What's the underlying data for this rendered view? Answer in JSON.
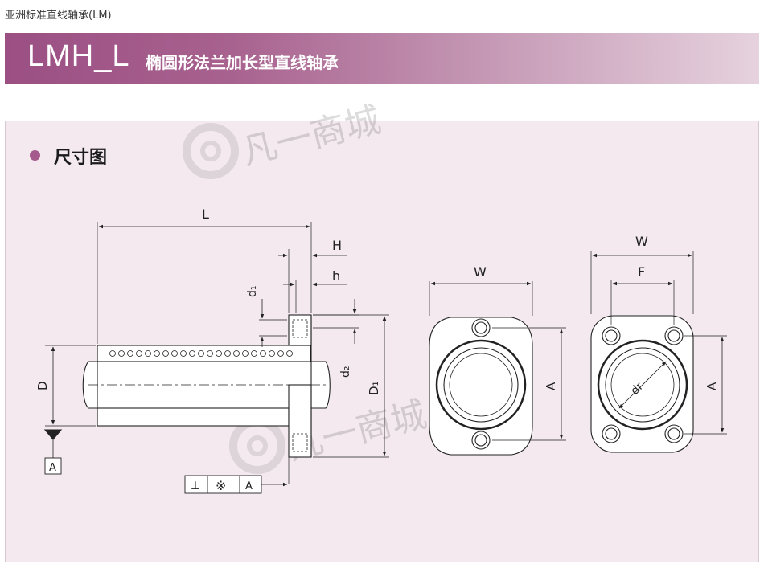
{
  "breadcrumb": "亚洲标准直线轴承(LM)",
  "header": {
    "model": "LMH_L",
    "description": "椭圆形法兰加长型直线轴承"
  },
  "section": {
    "title": "尺寸图"
  },
  "watermark": {
    "text": "凡一商城"
  },
  "side_view": {
    "label_L": "L",
    "label_H": "H",
    "label_h": "h",
    "label_d1": "d₁",
    "label_d2": "d₂",
    "label_D": "D",
    "label_D1": "D₁",
    "datum": "A",
    "tolerance_symbols": [
      "⊥",
      "※",
      "A"
    ]
  },
  "front_view_oval": {
    "label_W": "W",
    "label_A": "A"
  },
  "front_view_square": {
    "label_W": "W",
    "label_F": "F",
    "label_A": "A",
    "label_dr": "dr"
  },
  "colors": {
    "accent": "#a45a8c",
    "banner_start": "#9b4f83",
    "banner_end": "#e6d2de",
    "panel_bg": "#f3e9ef"
  }
}
